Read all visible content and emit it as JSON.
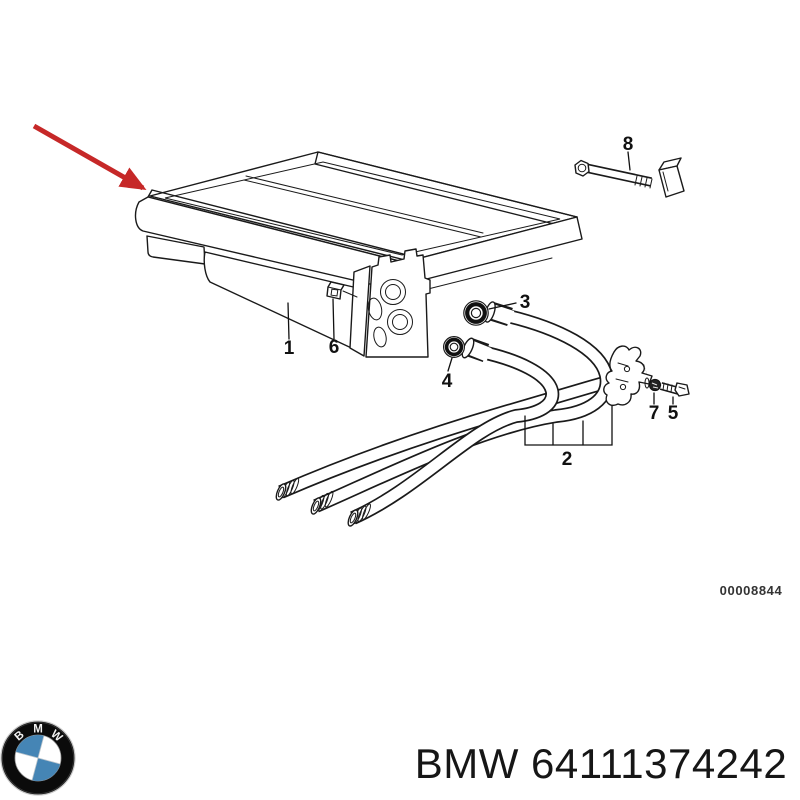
{
  "diagram": {
    "part_labels": {
      "radiator": "1",
      "pipe_assembly": "2",
      "o_ring_large": "3",
      "o_ring_small": "4",
      "bolt": "5",
      "clip": "6",
      "nut": "7",
      "long_bolt": "8"
    },
    "drawing_code": "00008844",
    "colors": {
      "arrow_red": "#c62828",
      "line": "#1a1a1a"
    }
  },
  "footer": {
    "caption": "BMW 64111374242",
    "logo_letters": [
      "B",
      "M",
      "W"
    ],
    "logo_blue": "#4585b5"
  }
}
